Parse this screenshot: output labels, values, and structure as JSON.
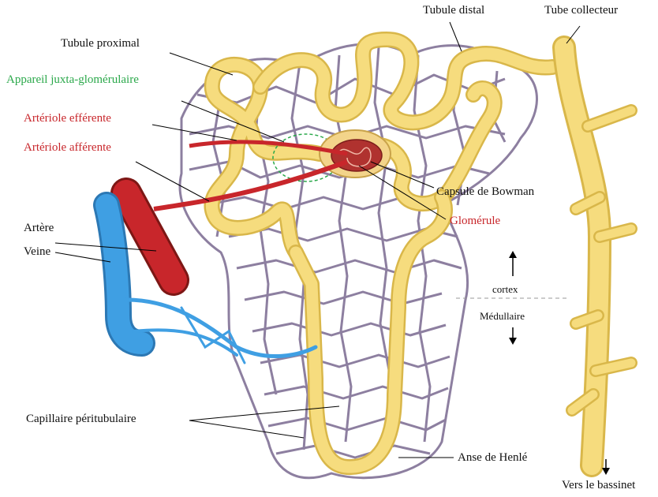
{
  "labels": {
    "tubule_distal": "Tubule distal",
    "tube_collecteur": "Tube collecteur",
    "tubule_proximal": "Tubule proximal",
    "appareil_juxta": "Appareil juxta-glomérulaire",
    "arteriole_efferente": "Artériole efférente",
    "arteriole_afferente": "Artériole afférente",
    "capsule_bowman": "Capsule de Bowman",
    "glomerule": "Glomérule",
    "artere": "Artère",
    "veine": "Veine",
    "cortex": "cortex",
    "medullaire": "Médullaire",
    "capillaire": "Capillaire péritubulaire",
    "anse_henle": "Anse de Henlé",
    "vers_bassinet": "Vers le bassinet"
  },
  "colors": {
    "tubule": "#f6dc7e",
    "tubule_edge": "#d9b74a",
    "capillary": "#8d7fa0",
    "artery": "#c8262b",
    "vein": "#3f9fe3",
    "green_label": "#2aa84a",
    "red_label": "#c8262b"
  }
}
